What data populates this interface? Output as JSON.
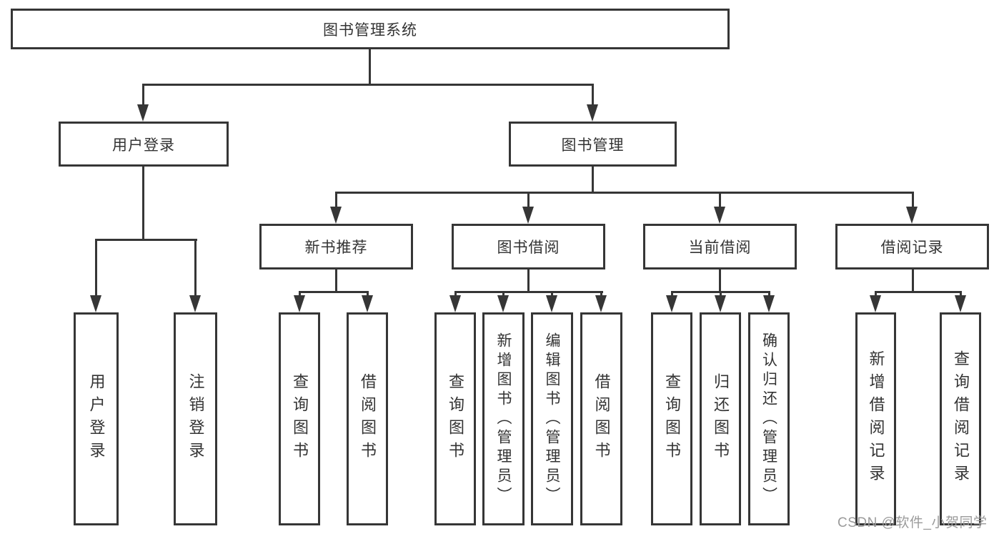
{
  "diagram": {
    "root_label": "图书管理系统",
    "level2": [
      "用户登录",
      "图书管理"
    ],
    "level3": [
      "新书推荐",
      "图书借阅",
      "当前借阅",
      "借阅记录"
    ],
    "leaves": {
      "user_login": [
        "用户登录",
        "注销登录"
      ],
      "new_books": [
        "查询图书",
        "借阅图书"
      ],
      "book_borrow": [
        "查询图书",
        "新增图书（管理员）",
        "编辑图书（管理员）",
        "借阅图书"
      ],
      "current_borrow": [
        "查询图书",
        "归还图书",
        "确认归还（管理员）"
      ],
      "borrow_records": [
        "新增借阅记录",
        "查询借阅记录"
      ]
    },
    "colors": {
      "line": "#363636",
      "box_border": "#363636",
      "box_fill": "#ffffff",
      "text": "#333333",
      "watermark": "#9b9b9b"
    }
  },
  "watermark": {
    "text": "CSDN @软件_小贺同学"
  }
}
